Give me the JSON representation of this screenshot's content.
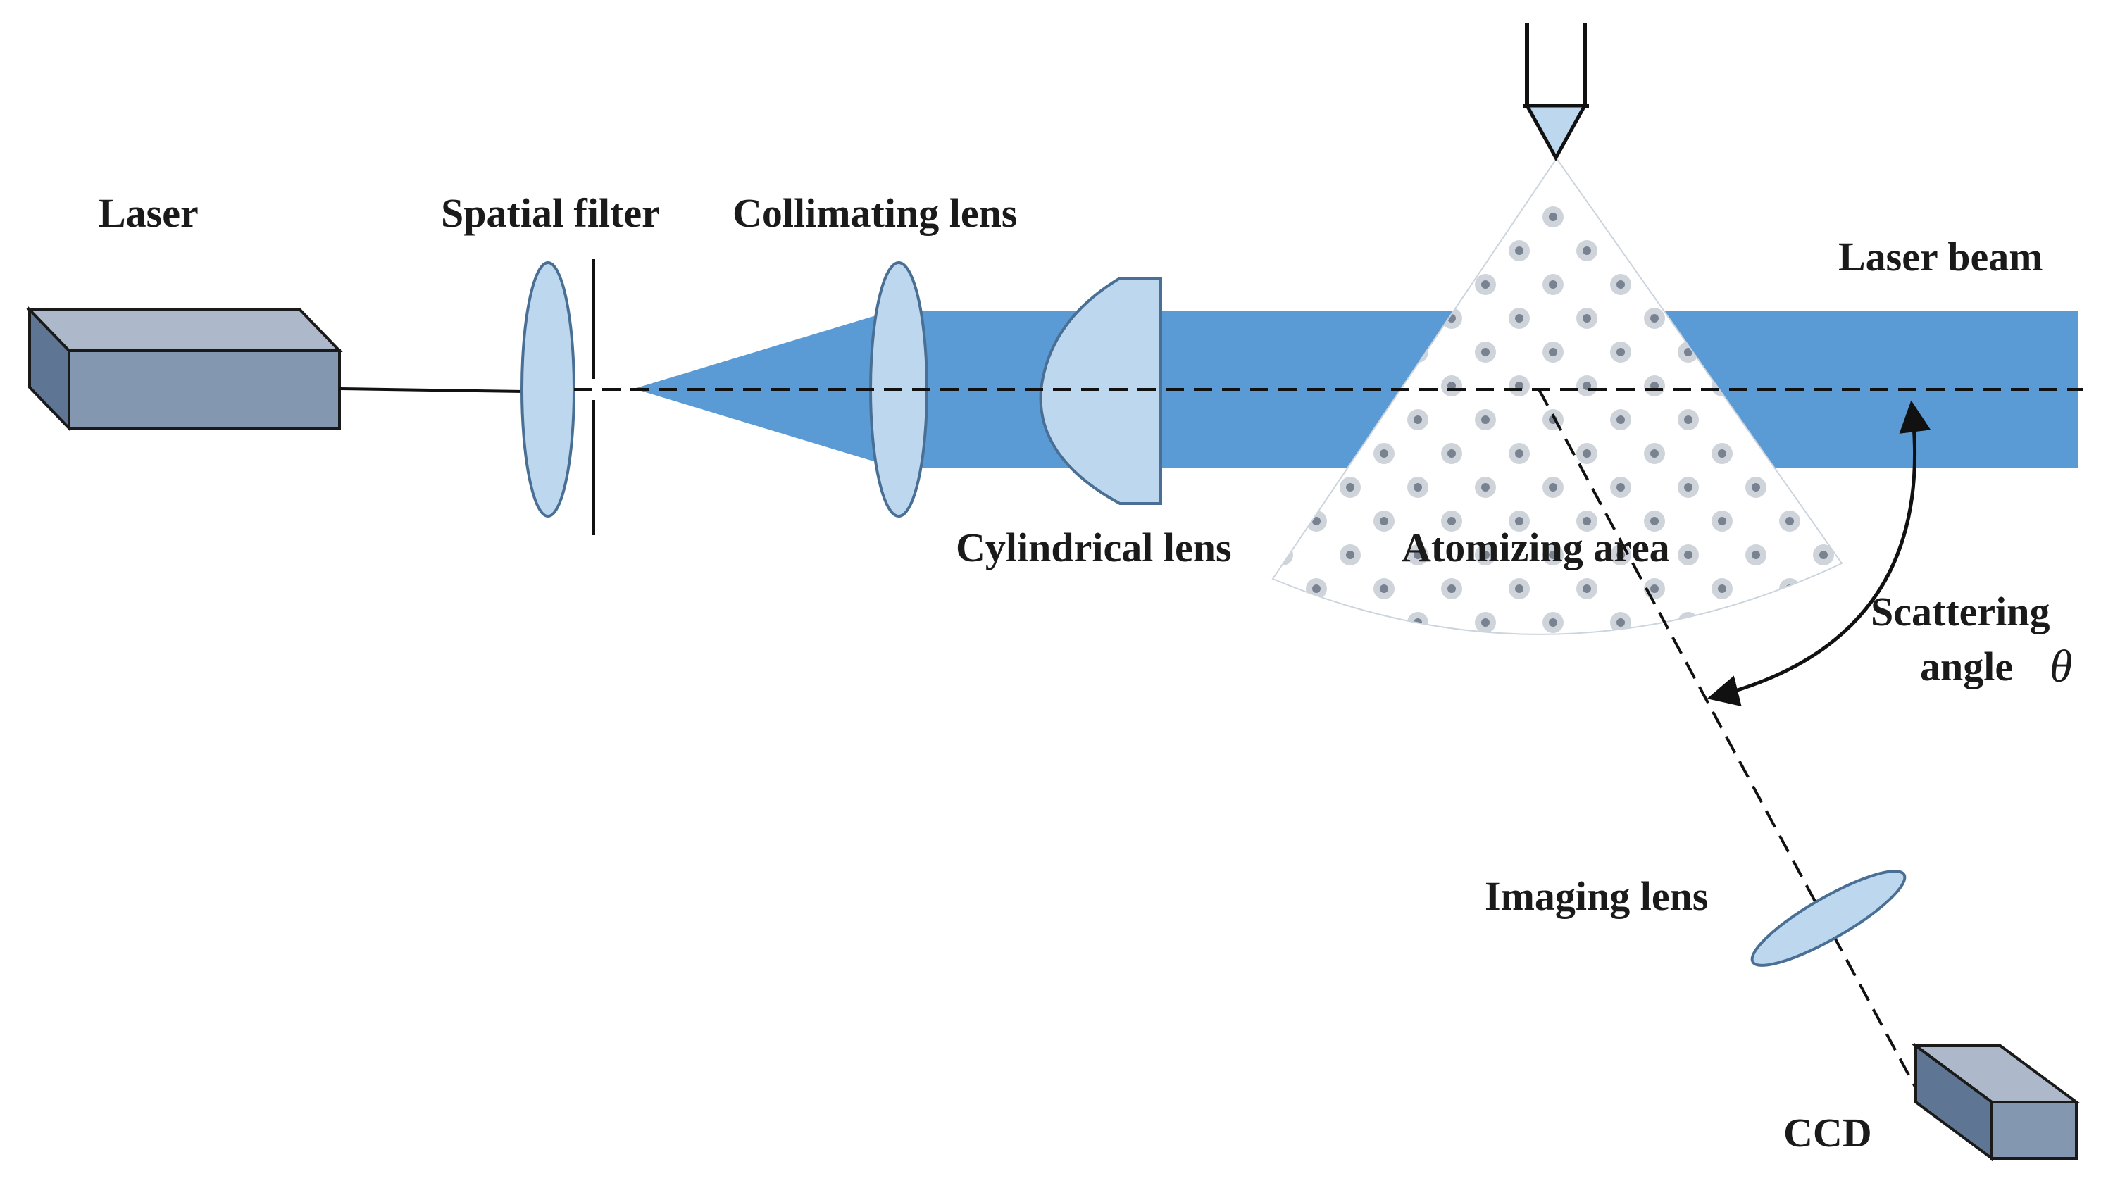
{
  "labels": {
    "laser": "Laser",
    "spatial_filter": "Spatial filter",
    "collimating_lens": "Collimating lens",
    "laser_beam": "Laser beam",
    "cylindrical_lens": "Cylindrical lens",
    "atomizing_area": "Atomizing area",
    "scattering_line1": "Scattering",
    "scattering_line2": "angle",
    "theta": "θ",
    "imaging_lens": "Imaging lens",
    "ccd": "CCD"
  },
  "colors": {
    "beam": "#5b9bd5",
    "lens": "#bdd7ee",
    "lens_stroke": "#4a6f95",
    "laser_box": "#8497b0",
    "spray_dot": "#6b7b8f",
    "line": "#111111"
  },
  "icons": {
    "nozzle": "nozzle-icon",
    "laser": "laser-box-icon",
    "ccd": "ccd-camera-icon"
  }
}
